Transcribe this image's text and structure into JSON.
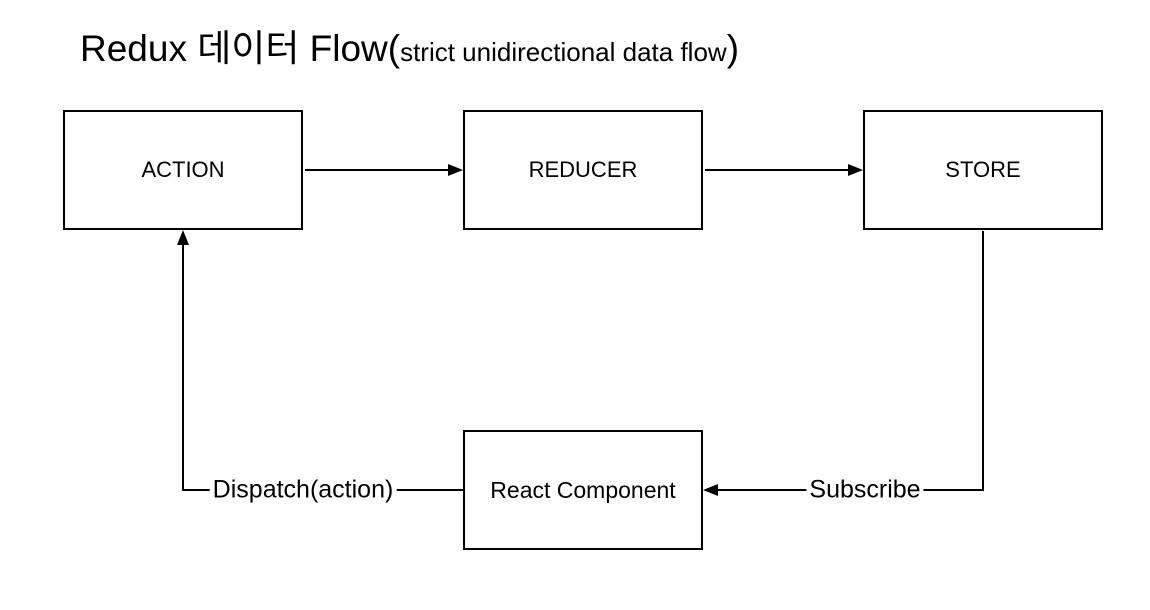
{
  "title": {
    "prefix": "Redux 데이터 Flow(",
    "annotation": "strict unidirectional data flow",
    "suffix": ")"
  },
  "nodes": {
    "action": {
      "label": "ACTION"
    },
    "reducer": {
      "label": "REDUCER"
    },
    "store": {
      "label": "STORE"
    },
    "react_component": {
      "label": "React Component"
    }
  },
  "edges": {
    "action_to_reducer": {
      "from": "ACTION",
      "to": "REDUCER"
    },
    "reducer_to_store": {
      "from": "REDUCER",
      "to": "STORE"
    },
    "store_to_react_component": {
      "from": "STORE",
      "to": "React Component",
      "label": "Subscribe"
    },
    "react_component_to_action": {
      "from": "React Component",
      "to": "ACTION",
      "label": "Dispatch(action)"
    }
  },
  "colors": {
    "background": "#ffffff",
    "stroke": "#000000",
    "text": "#000000"
  }
}
